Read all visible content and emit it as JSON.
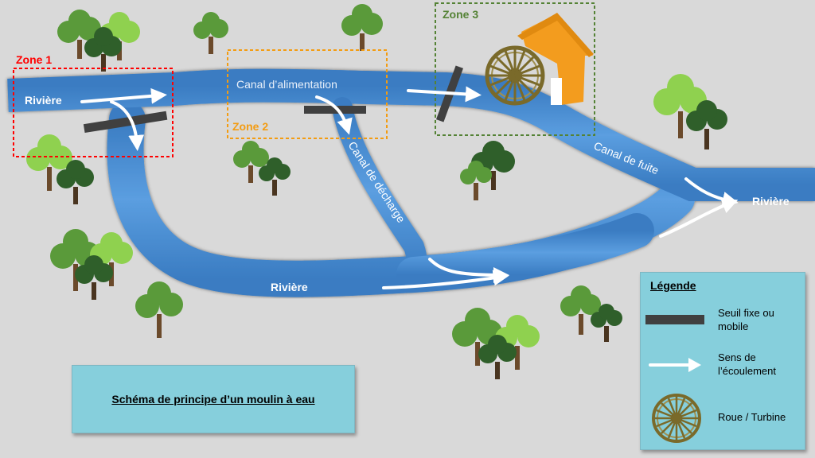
{
  "zones": {
    "zone1": "Zone 1",
    "zone2": "Zone 2",
    "zone3": "Zone 3"
  },
  "labels": {
    "river_in": "Rivière",
    "canal_alim": "Canal d’alimentation",
    "canal_decharge": "Canal de décharge",
    "canal_fuite": "Canal de fuite",
    "river_out": "Rivière",
    "river_bottom": "Rivière"
  },
  "title": "Schéma de principe d’un moulin à eau",
  "legend": {
    "title": "Légende",
    "items": [
      {
        "label": "Seuil fixe ou mobile",
        "icon": "weir-bar-icon"
      },
      {
        "label": "Sens de l’écoulement",
        "icon": "flow-arrow-icon"
      },
      {
        "label": "Roue / Turbine",
        "icon": "waterwheel-icon"
      }
    ]
  },
  "colors": {
    "background": "#d9d9d9",
    "water": "#4a8fd1",
    "zone1": "#ff0000",
    "zone2": "#f39c12",
    "zone3": "#548235",
    "house": "#f39c1e",
    "weir": "#404040",
    "box": "#86cfdc"
  }
}
